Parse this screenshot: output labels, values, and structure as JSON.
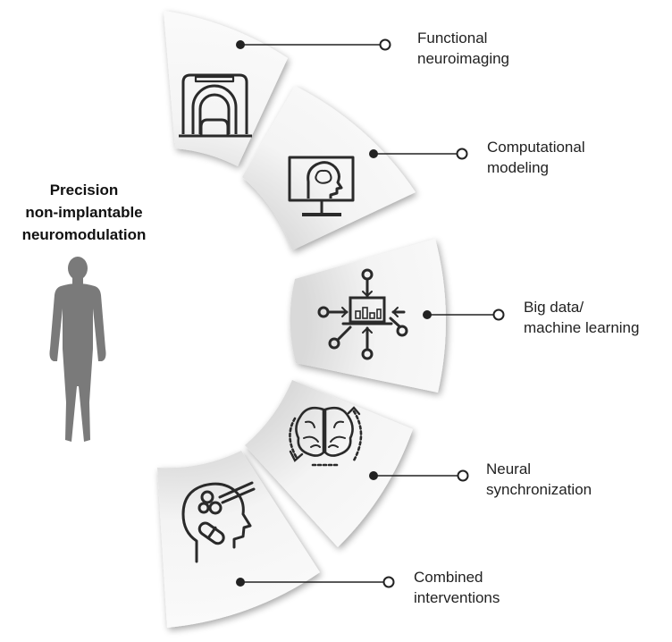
{
  "title": {
    "line1": "Precision",
    "line2": "non-implantable",
    "line3": "neuromodulation"
  },
  "items": [
    {
      "line1": "Functional",
      "line2": "neuroimaging",
      "icon": "mri-scanner-icon"
    },
    {
      "line1": "Computational",
      "line2": "modeling",
      "icon": "computer-brain-icon"
    },
    {
      "line1": "Big data/",
      "line2": "machine learning",
      "icon": "laptop-network-icon"
    },
    {
      "line1": "Neural",
      "line2": "synchronization",
      "icon": "brain-cycle-icon"
    },
    {
      "line1": "Combined",
      "line2": "interventions",
      "icon": "head-pill-key-icon"
    }
  ],
  "colors": {
    "panel_light": "#f7f7f7",
    "panel_dark": "#d6d6d6",
    "line": "#222222",
    "figure": "#7a7a7a"
  }
}
